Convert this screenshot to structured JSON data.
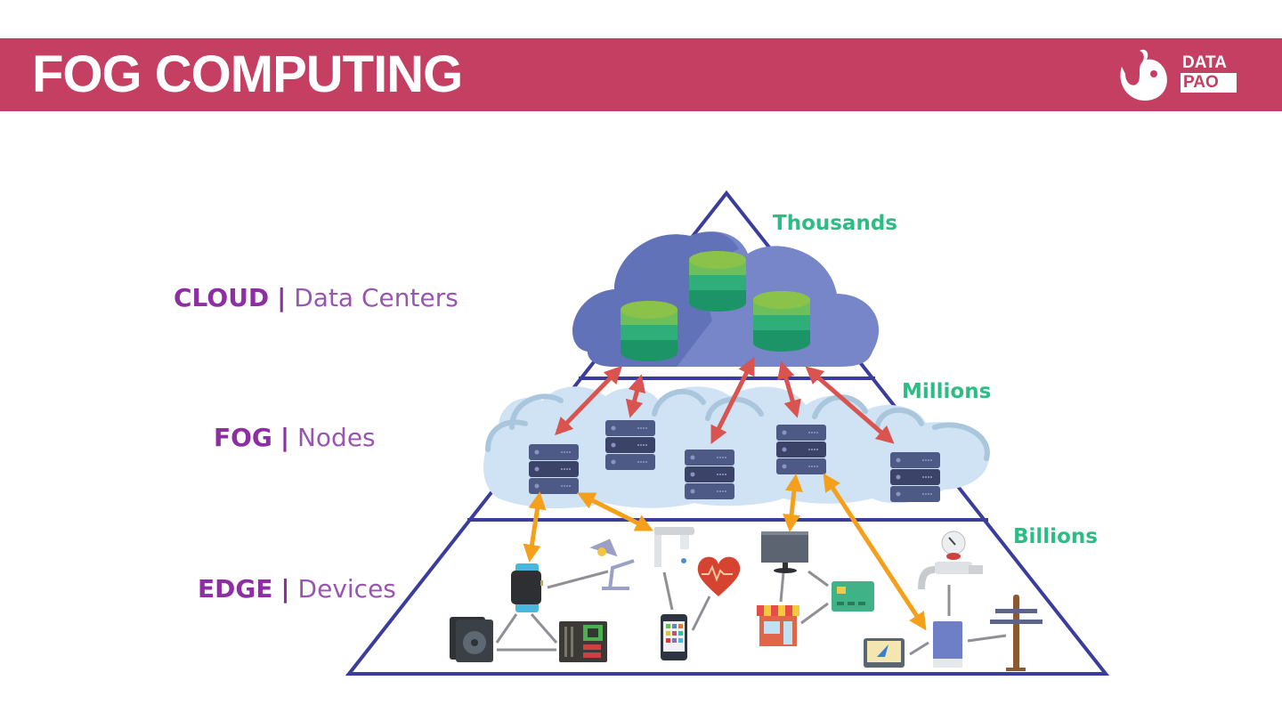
{
  "header": {
    "title": "FOG COMPUTING",
    "logo": {
      "line1": "DATA",
      "line2": "PAO",
      "icon": "bird-logo-icon"
    }
  },
  "colors": {
    "header_bg": "#c43f62",
    "label_purple": "#8e2ea3",
    "count_green": "#2cbd85",
    "pyramid_line": "#3a3d9c",
    "cloud_top": "#6f7fc6",
    "fog_cloud": "#cfe3f5",
    "cloud_arrow": "#d9534f",
    "edge_arrow": "#f5a01a"
  },
  "layers": [
    {
      "name": "CLOUD",
      "separator": "|",
      "description": "Data Centers",
      "count": "Thousands"
    },
    {
      "name": "FOG",
      "separator": "|",
      "description": "Nodes",
      "count": "Millions"
    },
    {
      "name": "EDGE",
      "separator": "|",
      "description": "Devices",
      "count": "Billions"
    }
  ],
  "cloud_layer": {
    "icons": [
      "database-icon",
      "database-icon",
      "database-icon"
    ]
  },
  "fog_layer": {
    "icons": [
      "server-rack-icon",
      "server-rack-icon",
      "server-rack-icon",
      "server-rack-icon",
      "server-rack-icon"
    ]
  },
  "edge_layer": {
    "devices": [
      "smartwatch-icon",
      "desk-lamp-icon",
      "faucet-icon",
      "heart-rate-icon",
      "speaker-icon",
      "circuit-board-icon",
      "smartphone-icon",
      "monitor-icon",
      "shop-icon",
      "credit-card-icon",
      "gas-meter-icon",
      "gps-tablet-icon",
      "smart-device-icon",
      "power-pole-icon"
    ]
  }
}
